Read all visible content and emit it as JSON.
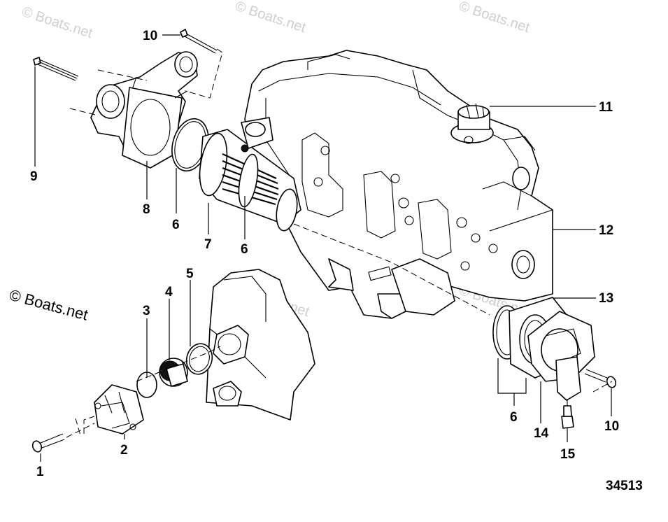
{
  "watermarks": [
    "© Boats.net",
    "© Boats.net",
    "© Boats.net",
    "© Boats.net",
    "© Boats.net"
  ],
  "copyright": "© Boats.net",
  "diagram_code": "34513",
  "callouts": {
    "c1": "1",
    "c2": "2",
    "c3": "3",
    "c4": "4",
    "c5": "5",
    "c6a": "6",
    "c6b": "6",
    "c6c": "6",
    "c7": "7",
    "c8": "8",
    "c9": "9",
    "c10a": "10",
    "c10b": "10",
    "c11": "11",
    "c12": "12",
    "c13": "13",
    "c14": "14",
    "c15": "15"
  }
}
